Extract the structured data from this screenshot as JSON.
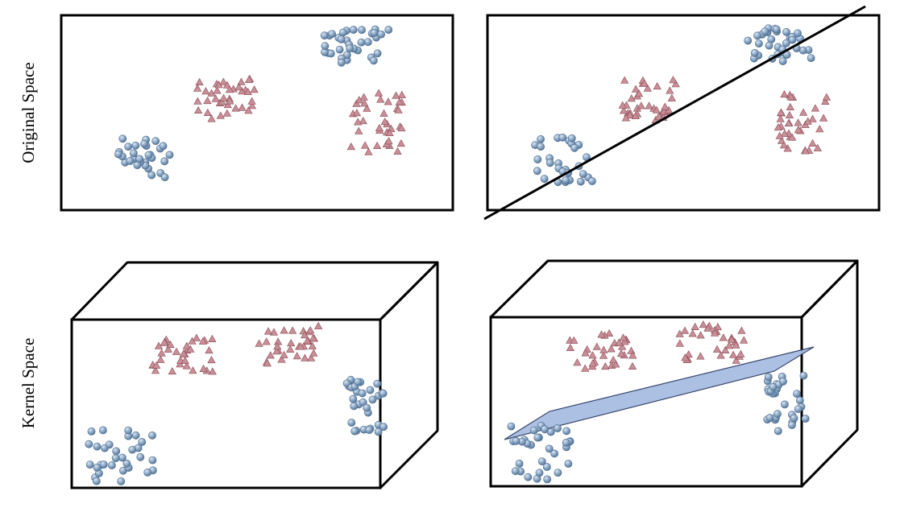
{
  "rows": {
    "top_label": "Original Space",
    "bottom_label": "Kernel Space"
  },
  "colors": {
    "frame_stroke": "#000000",
    "sphere_light": "#dbe6f3",
    "sphere_mid": "#8eaac8",
    "sphere_dark": "#4f6f91",
    "triangle_fill": "#c98f98",
    "triangle_stroke": "#8b4b55",
    "hyperplane_fill": "#a8bde3",
    "hyperplane_stroke": "#2f3f66",
    "separator_line": "#000000"
  },
  "panels": [
    {
      "name": "original-space-data",
      "kind": "2d",
      "separator": "none"
    },
    {
      "name": "original-space-separated",
      "kind": "2d",
      "separator": "line"
    },
    {
      "name": "kernel-space-data",
      "kind": "3d",
      "separator": "none"
    },
    {
      "name": "kernel-space-separated",
      "kind": "3d",
      "separator": "plane"
    }
  ]
}
